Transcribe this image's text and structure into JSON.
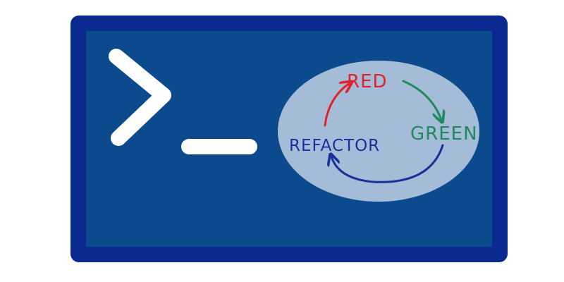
{
  "colors": {
    "frame_border": "#0b2a8f",
    "frame_fill": "#0b4a8c",
    "prompt": "#ffffff",
    "ellipse": "#a5bcd8",
    "red": "#e0232a",
    "green": "#1f8a5c",
    "refactor": "#1a2f9a"
  },
  "terminal": {
    "prompt_icon": "chevron-right-icon",
    "cursor_icon": "underscore-cursor-icon"
  },
  "cycle": {
    "red_label": "RED",
    "green_label": "GREEN",
    "refactor_label": "REFACTOR"
  }
}
